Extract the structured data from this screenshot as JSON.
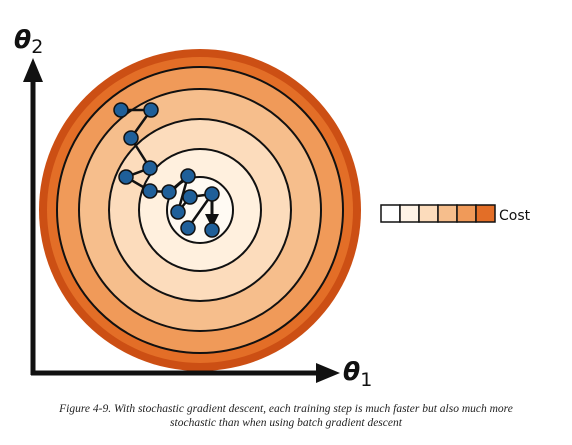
{
  "diagram": {
    "y_axis_symbol": "θ",
    "y_axis_subscript": "2",
    "x_axis_symbol": "θ",
    "x_axis_subscript": "1",
    "legend_label": "Cost",
    "contour_colors": [
      "#cc4f14",
      "#e36e27",
      "#f09a59",
      "#f6be8c",
      "#fcdcbc",
      "#fff3e6"
    ],
    "legend_colors": [
      "#ffffff",
      "#fff3e6",
      "#fcdcbc",
      "#f6be8c",
      "#f09a59",
      "#e36e27"
    ],
    "point_color": "#1f5f99",
    "path_color": "#111111"
  },
  "caption": {
    "line1": "Figure 4-9. With stochastic gradient descent, each training step is much faster but also much more",
    "line2": "stochastic than when using batch gradient descent"
  }
}
